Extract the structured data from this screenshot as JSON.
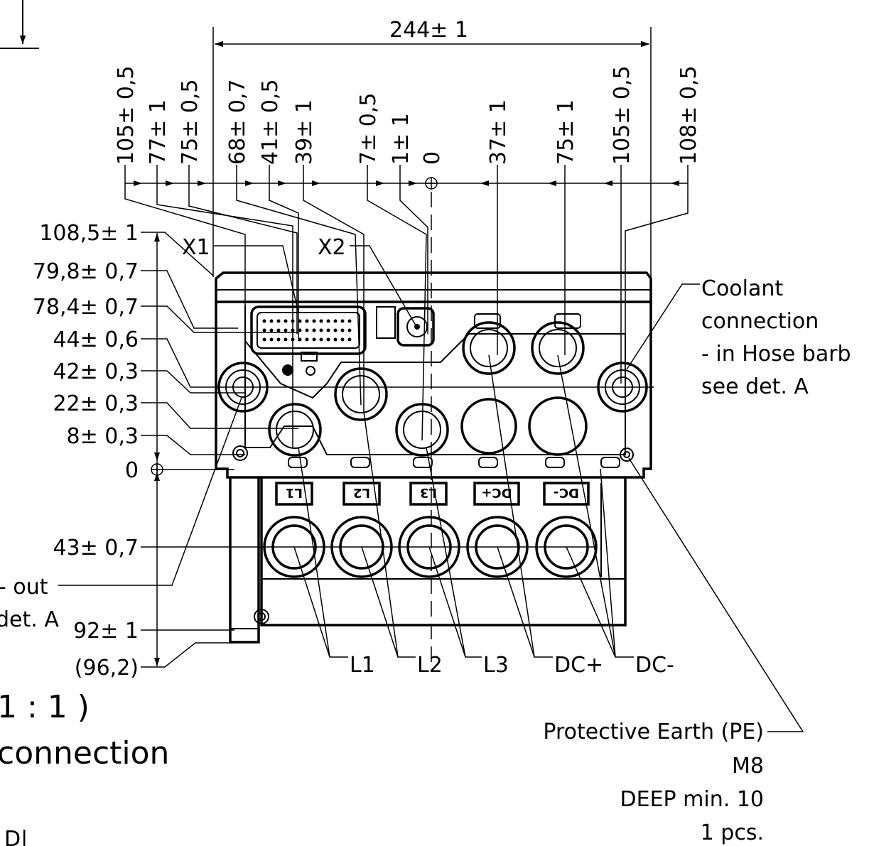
{
  "top_dimension": "244± 1",
  "horizontal_dims": [
    "105± 0,5",
    "77± 1",
    "75± 0,5",
    "68± 0,7",
    "41± 0,5",
    "39± 1",
    "7± 0,5",
    "1± 1",
    "0",
    "37± 1",
    "75± 1",
    "105± 0,5",
    "108± 0,5"
  ],
  "vertical_dims": [
    "108,5± 1",
    "79,8± 0,7",
    "78,4± 0,7",
    "44± 0,6",
    "42± 0,3",
    "22± 0,3",
    "8± 0,3",
    "0",
    "43± 0,7",
    "92± 1",
    "(96,2)"
  ],
  "connectors": {
    "x1": "X1",
    "x2": "X2"
  },
  "terminal_labels": [
    "L1",
    "L2",
    "L3",
    "DC+",
    "DC-"
  ],
  "phase_callouts": [
    "L1",
    "L2",
    "L3",
    "DC+",
    "DC-"
  ],
  "coolant_note": {
    "line1": "Coolant",
    "line2": "connection",
    "line3": "- in Hose barb",
    "line4": "see det. A"
  },
  "left_note": {
    "line1": "- out",
    "line2": "det. A"
  },
  "pe_note": {
    "line1": "Protective Earth (PE)",
    "line2": "M8",
    "line3": "DEEP min. 10",
    "line4": "1 pcs."
  },
  "scale_text": "1 : 1 )",
  "bottom_title": "connection",
  "bottom_fragment": "D|"
}
